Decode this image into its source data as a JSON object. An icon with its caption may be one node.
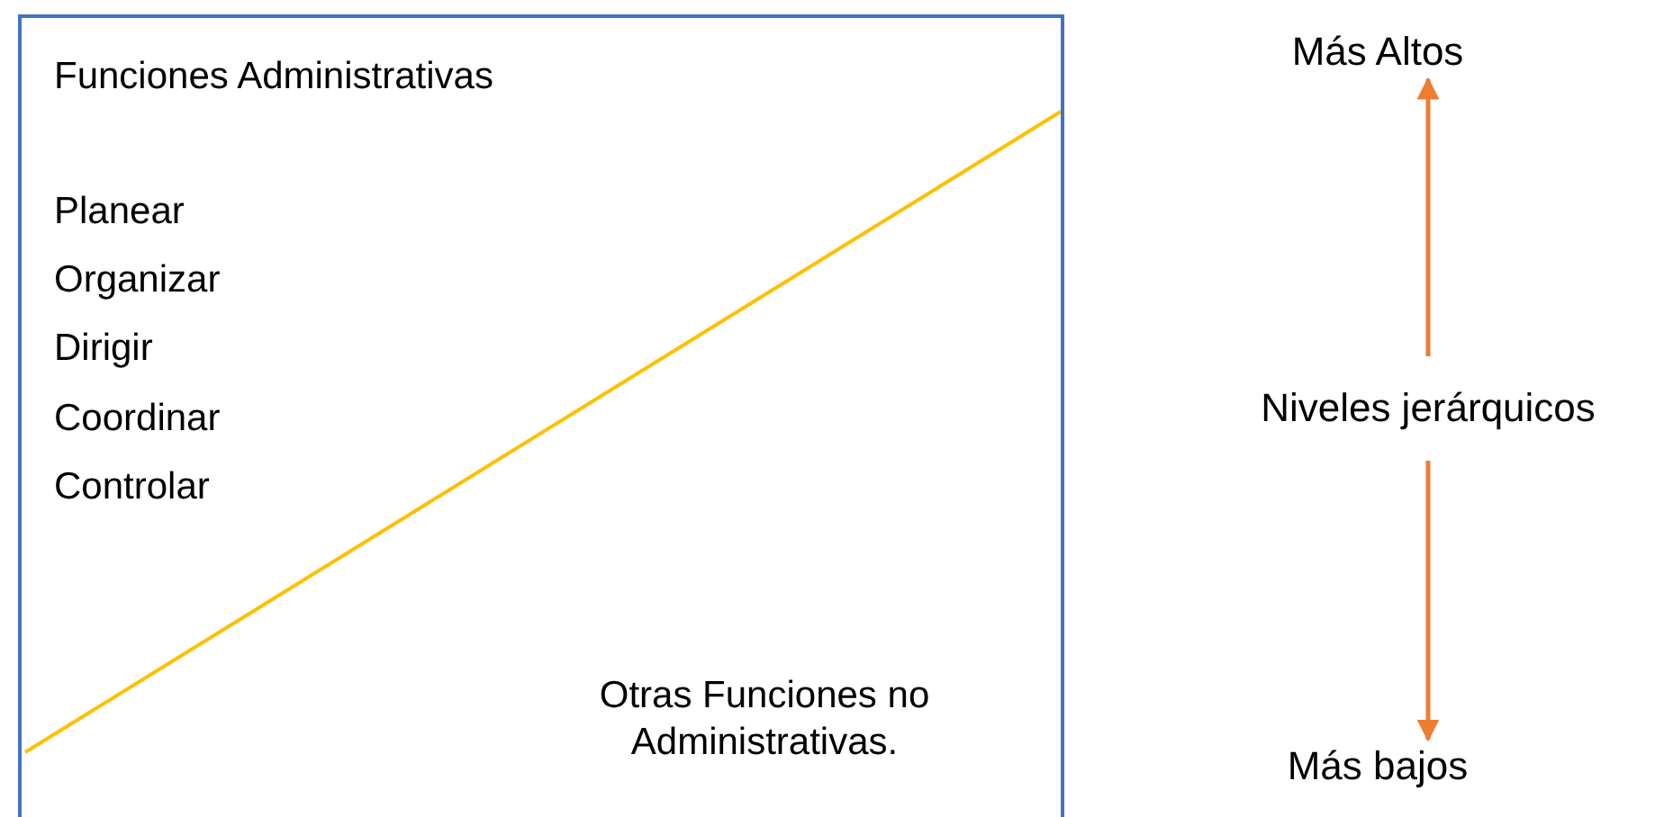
{
  "diagram": {
    "nodes": [
      {
        "text": [
          "Funciones Administrativas",
          "Planear",
          "Organizar",
          "Dirigir",
          "Coordinar",
          "Controlar",
          "Otras Funciones no Administrativas."
        ]
      },
      {
        "text": [
          "Más Altos"
        ]
      },
      {
        "text": [
          "Niveles jerárquicos"
        ]
      },
      {
        "text": [
          "Más bajos"
        ]
      }
    ],
    "edges": [
      {
        "from": 2,
        "to": 1,
        "arrow": "to",
        "color": "#ed7d31"
      },
      {
        "from": 2,
        "to": 3,
        "arrow": "to",
        "color": "#ed7d31"
      }
    ]
  }
}
